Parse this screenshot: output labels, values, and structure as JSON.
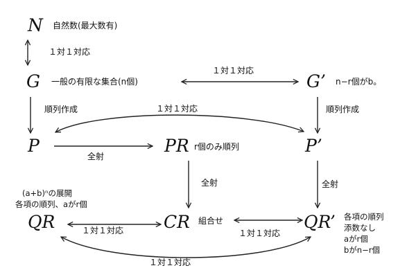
{
  "nodes": {
    "N": "N",
    "G": "G",
    "G_prime": "G’",
    "P": "P",
    "PR": "PR",
    "P_prime": "P’",
    "QR": "QR",
    "CR": "CR",
    "QR_prime": "QR’"
  },
  "notes": {
    "N": "自然数(最大数有)",
    "G": "一般の有限な集合(n個)",
    "G_prime": "n−r個がb。",
    "PR": "r個のみ順列",
    "QR_line1": "(a+b)ⁿの展開",
    "QR_line2": "各項の順列、aがr個",
    "CR": "組合せ",
    "QR_prime_lines": [
      "各項の順列",
      "添数なし",
      "aがr個",
      "bがn−r個"
    ]
  },
  "edge_labels": {
    "N_G": "１対１対応",
    "G_Gprime": "１対１対応",
    "P_Pprime": "１対１対応",
    "G_P": "順列作成",
    "Gprime_Pprime": "順列作成",
    "P_PR": "全射",
    "PR_CR": "全射",
    "Pprime_QRprime": "全射",
    "QR_CR": "１対１対応",
    "CR_QRprime": "１対１対応",
    "QR_QRprime": "１対１対応"
  }
}
